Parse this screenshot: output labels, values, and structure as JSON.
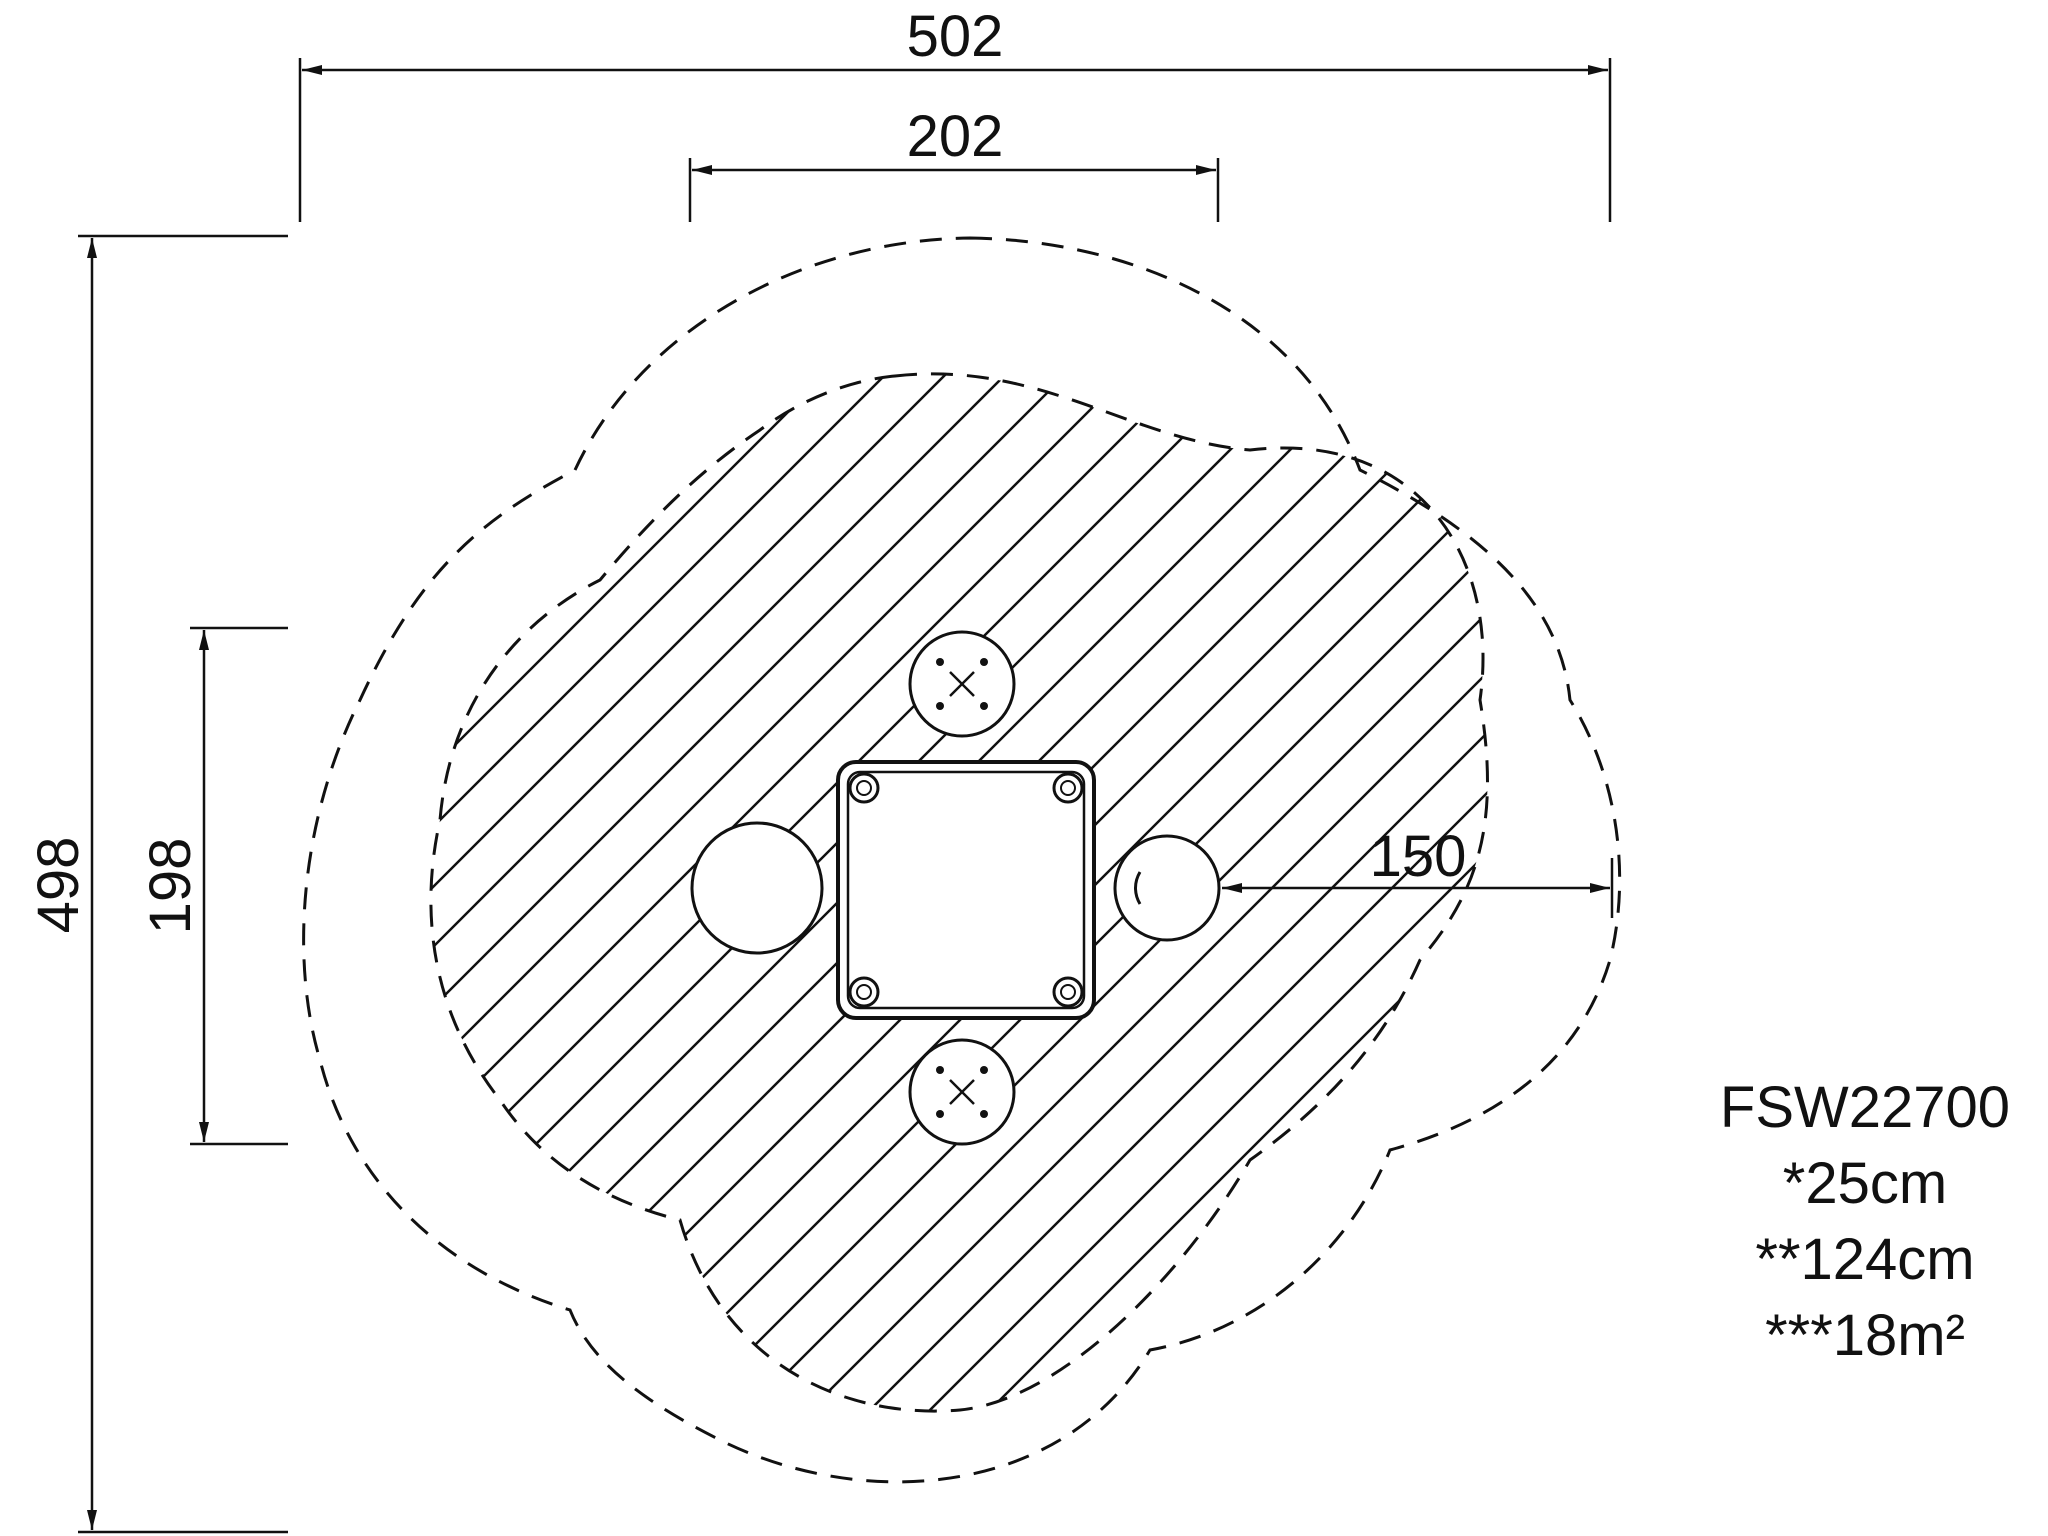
{
  "diagram": {
    "dimensions": {
      "overall_width": "502",
      "inner_width": "202",
      "overall_depth": "498",
      "inner_depth": "198",
      "side_clearance": "150"
    },
    "spec": {
      "model": "FSW22700",
      "line1": "*25cm",
      "line2": "**124cm",
      "line3": "***18m²"
    },
    "colors": {
      "line": "#111111",
      "background": "#ffffff"
    }
  }
}
